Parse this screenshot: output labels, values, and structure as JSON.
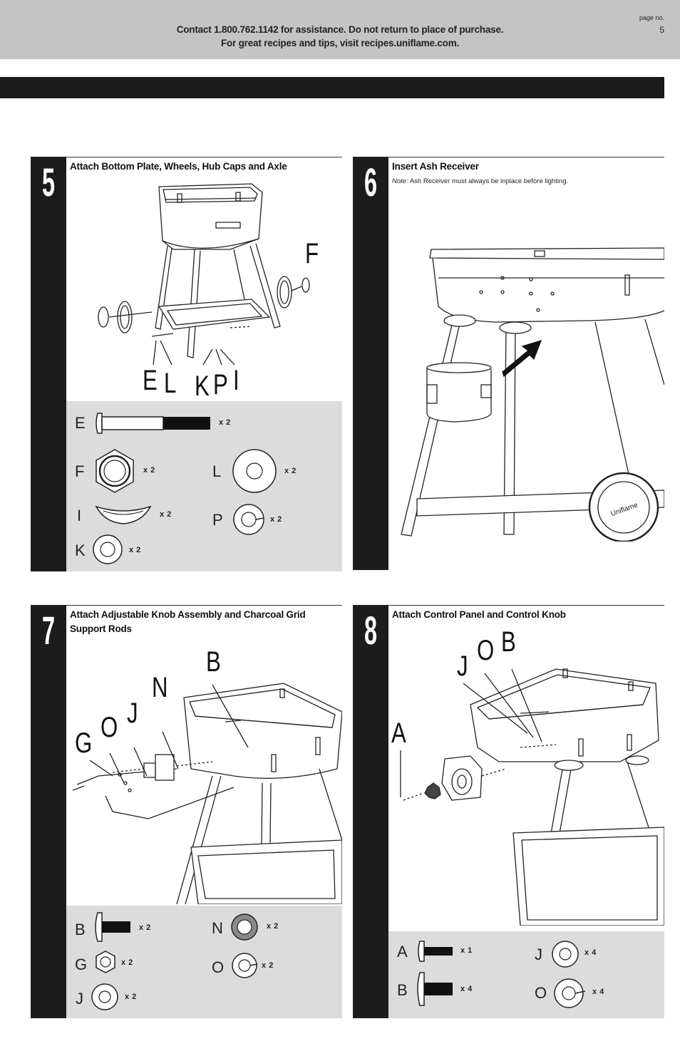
{
  "header": {
    "line1": "Contact 1.800.762.1142 for assistance. Do not return to place of purchase.",
    "line2": "For great recipes and tips, visit recipes.uniflame.com.",
    "page_label": "page no.",
    "page_number": "5"
  },
  "steps": {
    "s5": {
      "number": "5",
      "title": "Attach Bottom Plate, Wheels, Hub Caps and Axle",
      "callouts": [
        "F",
        "E",
        "L",
        "K",
        "P",
        "I"
      ],
      "parts": [
        {
          "label": "E",
          "qty": "x 2"
        },
        {
          "label": "F",
          "qty": "x 2"
        },
        {
          "label": "L",
          "qty": "x 2"
        },
        {
          "label": "I",
          "qty": "x 2"
        },
        {
          "label": "P",
          "qty": "x 2"
        },
        {
          "label": "K",
          "qty": "x 2"
        }
      ]
    },
    "s6": {
      "number": "6",
      "title": "Insert Ash Receiver",
      "note_prefix": "Note:",
      "note_text": " Ash Receiver must always be inplace before lighting."
    },
    "s7": {
      "number": "7",
      "title": "Attach Adjustable Knob Assembly and Charcoal Grid Support Rods",
      "callouts": [
        "B",
        "N",
        "J",
        "O",
        "G"
      ],
      "parts": [
        {
          "label": "B",
          "qty": "x 2"
        },
        {
          "label": "N",
          "qty": "x 2"
        },
        {
          "label": "G",
          "qty": "x 2"
        },
        {
          "label": "O",
          "qty": "x 2"
        },
        {
          "label": "J",
          "qty": "x 2"
        }
      ]
    },
    "s8": {
      "number": "8",
      "title": "Attach Control Panel and Control Knob",
      "callouts": [
        "J",
        "O",
        "B",
        "A"
      ],
      "parts": [
        {
          "label": "A",
          "qty": "x 1"
        },
        {
          "label": "J",
          "qty": "x 4"
        },
        {
          "label": "B",
          "qty": "x 4"
        },
        {
          "label": "O",
          "qty": "x 4"
        }
      ]
    }
  },
  "colors": {
    "header_bg": "#c4c4c4",
    "bar_bg": "#1b1b1b",
    "parts_bg": "#dcdcdc"
  }
}
